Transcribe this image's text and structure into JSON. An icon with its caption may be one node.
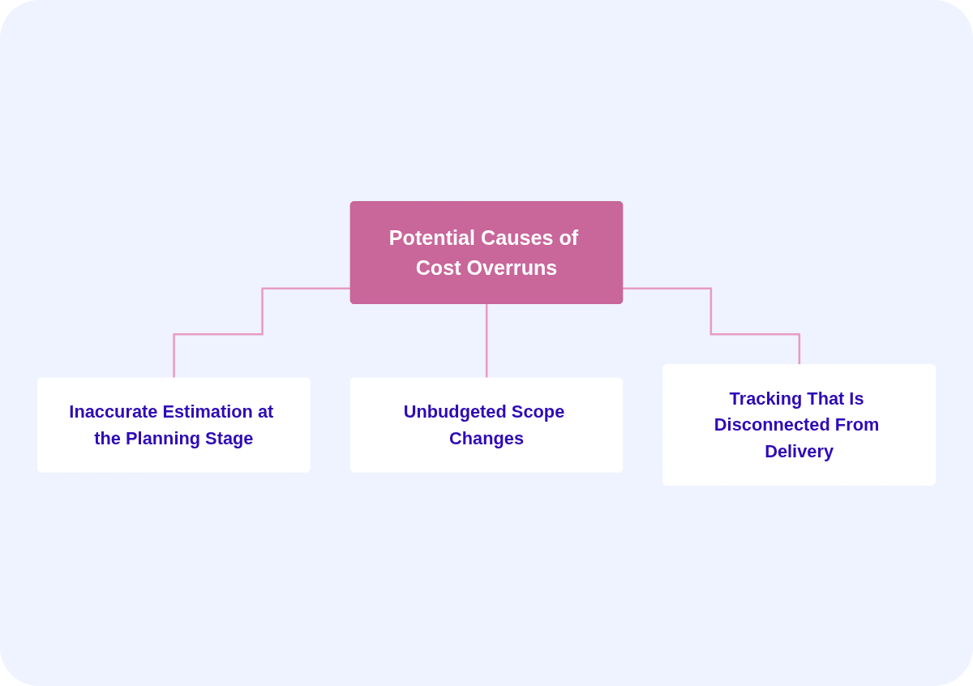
{
  "diagram": {
    "nodes": [
      {
        "text": [
          "Potential Causes of Cost Overruns"
        ]
      },
      {
        "text": [
          "Inaccurate Estimation at the Planning Stage"
        ]
      },
      {
        "text": [
          "Unbudgeted Scope Changes"
        ]
      },
      {
        "text": [
          "Tracking That Is Disconnected From Delivery"
        ]
      }
    ],
    "edges": [
      {
        "from": 0,
        "to": 1,
        "arrow": "none"
      },
      {
        "from": 0,
        "to": 2,
        "arrow": "none"
      },
      {
        "from": 0,
        "to": 3,
        "arrow": "none"
      }
    ]
  }
}
